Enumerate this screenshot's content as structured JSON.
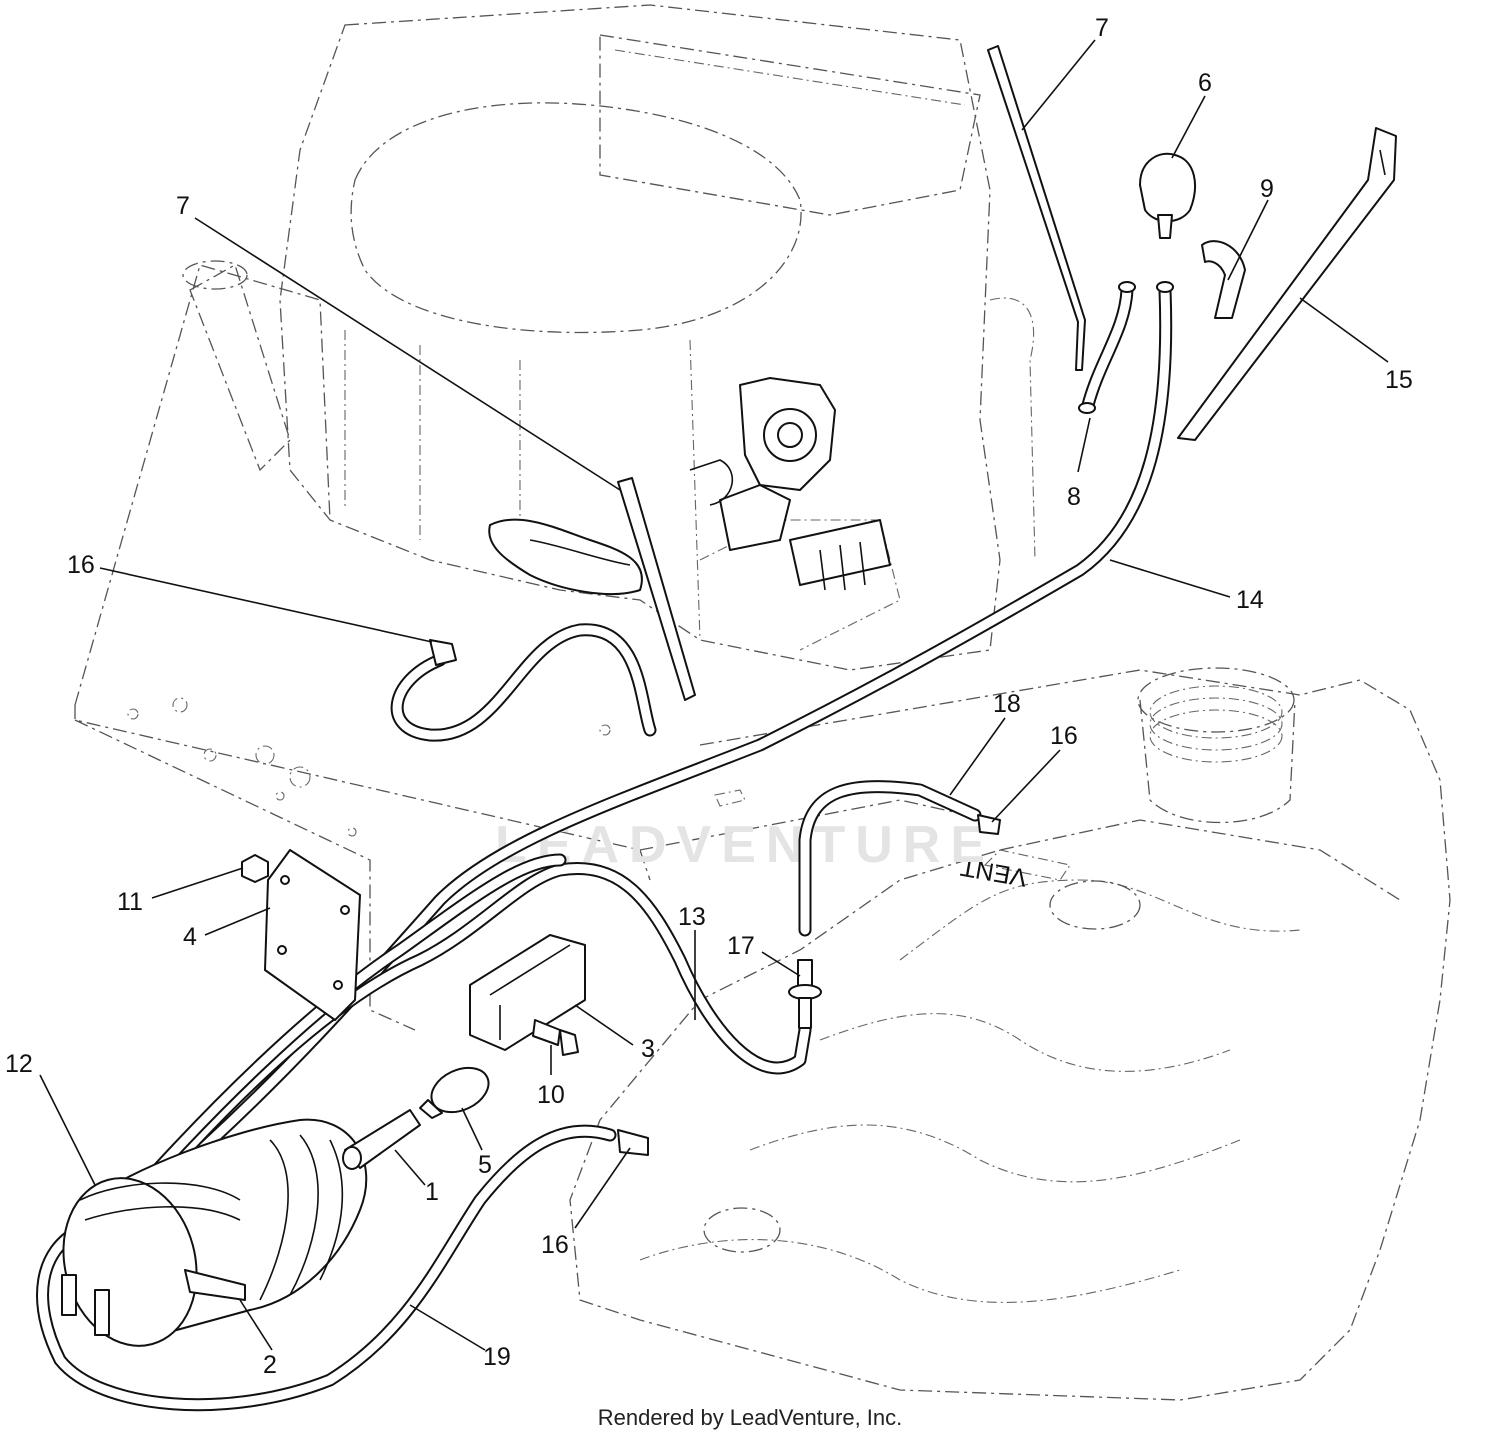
{
  "watermark": "LEADVENTURE",
  "tank_vent_label": "VENT",
  "footer": "Rendered by LeadVenture, Inc.",
  "callouts": [
    "7",
    "7",
    "6",
    "9",
    "15",
    "8",
    "16",
    "14",
    "18",
    "16",
    "11",
    "4",
    "13",
    "17",
    "3",
    "10",
    "12",
    "5",
    "1",
    "16",
    "2",
    "19"
  ]
}
